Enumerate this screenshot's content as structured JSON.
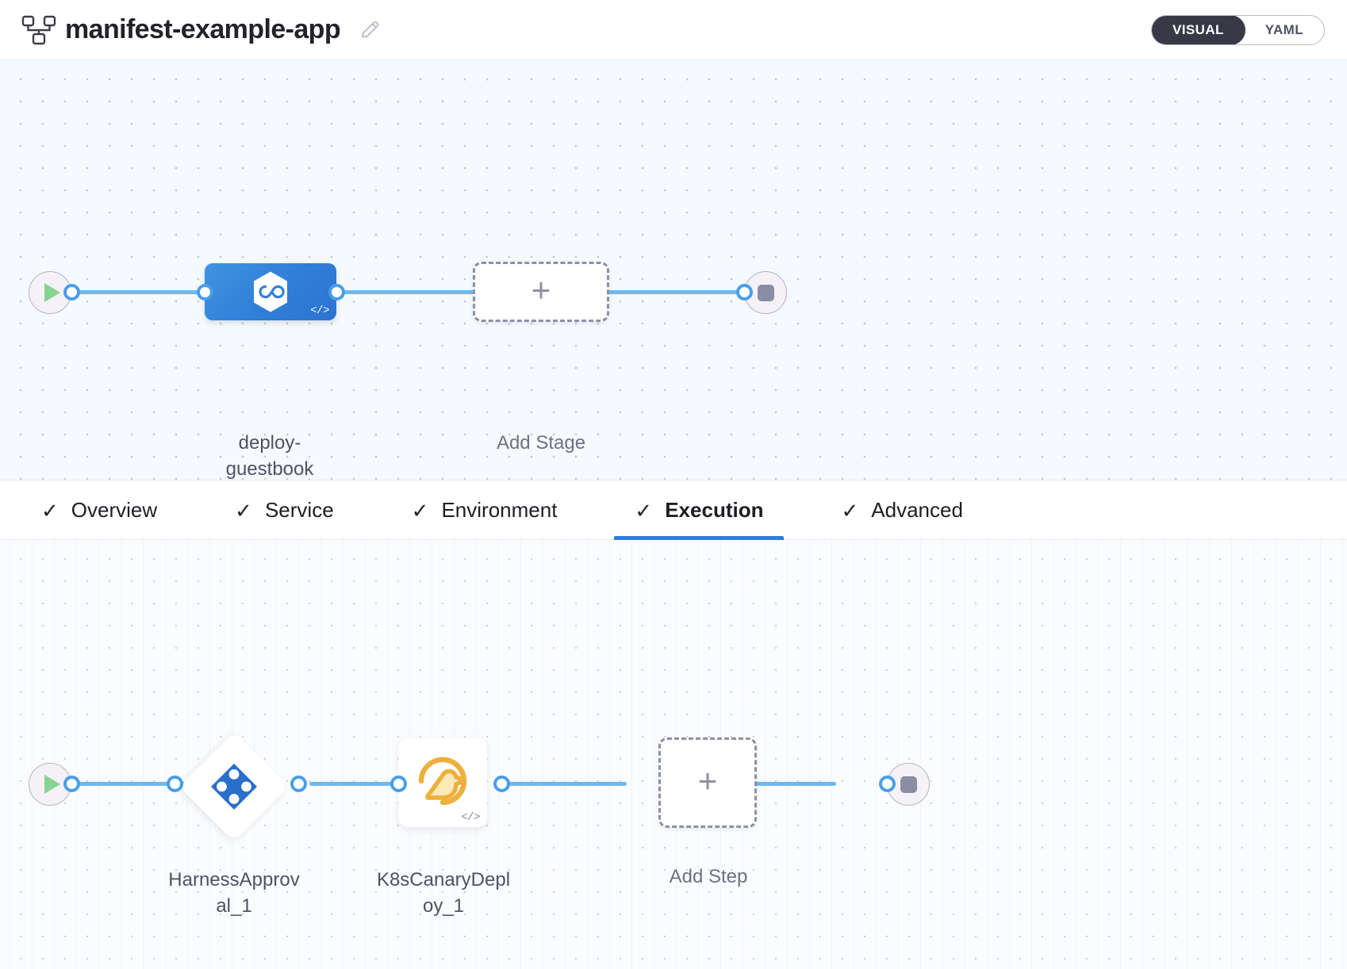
{
  "header": {
    "pipeline_icon": "pipeline-nodes-icon",
    "title": "manifest-example-app",
    "edit_icon": "pencil-edit-icon",
    "mode_toggle": {
      "options": [
        "VISUAL",
        "YAML"
      ],
      "selected": "VISUAL"
    }
  },
  "stage_canvas": {
    "start_node": {
      "name": "start-node",
      "icon": "play-icon"
    },
    "stage": {
      "label": "deploy-\nguestbook",
      "icon": "harness-hexagon-infinity-icon",
      "badge": "</>"
    },
    "add_stage": {
      "label": "Add Stage",
      "icon": "plus-icon"
    },
    "end_node": {
      "name": "end-node",
      "icon": "stop-icon"
    }
  },
  "tabs": [
    {
      "label": "Overview",
      "check": "✓",
      "active": false
    },
    {
      "label": "Service",
      "check": "✓",
      "active": false
    },
    {
      "label": "Environment",
      "check": "✓",
      "active": false
    },
    {
      "label": "Execution",
      "check": "✓",
      "active": true
    },
    {
      "label": "Advanced",
      "check": "✓",
      "active": false
    }
  ],
  "execution_canvas": {
    "start_node": {
      "name": "start-node",
      "icon": "play-icon"
    },
    "steps": [
      {
        "label": "HarnessApprov\nal_1",
        "shape": "diamond",
        "icon": "harness-approval-diamond-icon"
      },
      {
        "label": "K8sCanaryDepl\noy_1",
        "shape": "square",
        "icon": "canary-bird-icon",
        "badge": "</>"
      }
    ],
    "add_step": {
      "label": "Add Step",
      "icon": "plus-icon"
    },
    "end_node": {
      "name": "end-node",
      "icon": "stop-icon"
    }
  },
  "colors": {
    "accent_blue": "#2f7fd8",
    "edge_blue": "#6cb9ee",
    "canary_orange": "#eeb03c",
    "approval_blue": "#2a6fc9",
    "toggle_dark": "#383946",
    "start_green": "#86d492",
    "stop_gray": "#8a8da4"
  }
}
